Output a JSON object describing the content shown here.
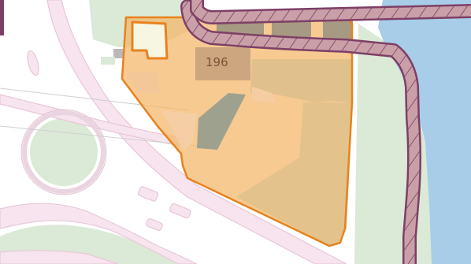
{
  "map": {
    "parcel_number": "196",
    "colors": {
      "background": "#ffffff",
      "water": "#a7cde9",
      "green": "#dbe9d7",
      "road_pink": "#f7e4ef",
      "road_edge": "#e8c7d8",
      "lot_fill": "#f0c48c",
      "lot_tan": "#dcc08a",
      "building_dark": "#a79a83",
      "building_gray": "#9fa18f",
      "building_brown": "#c7a27c",
      "selection_outline": "#e8821e",
      "selection_fill": "#f2b567",
      "boundary_outline": "#7e3f66",
      "boundary_fill": "#c9a0a8",
      "small_lot_fill": "#f7f6e3"
    },
    "icons": {
      "selection": "orange-outlined-selection-polygon",
      "boundary": "purple-hatched-boundary-line"
    }
  }
}
